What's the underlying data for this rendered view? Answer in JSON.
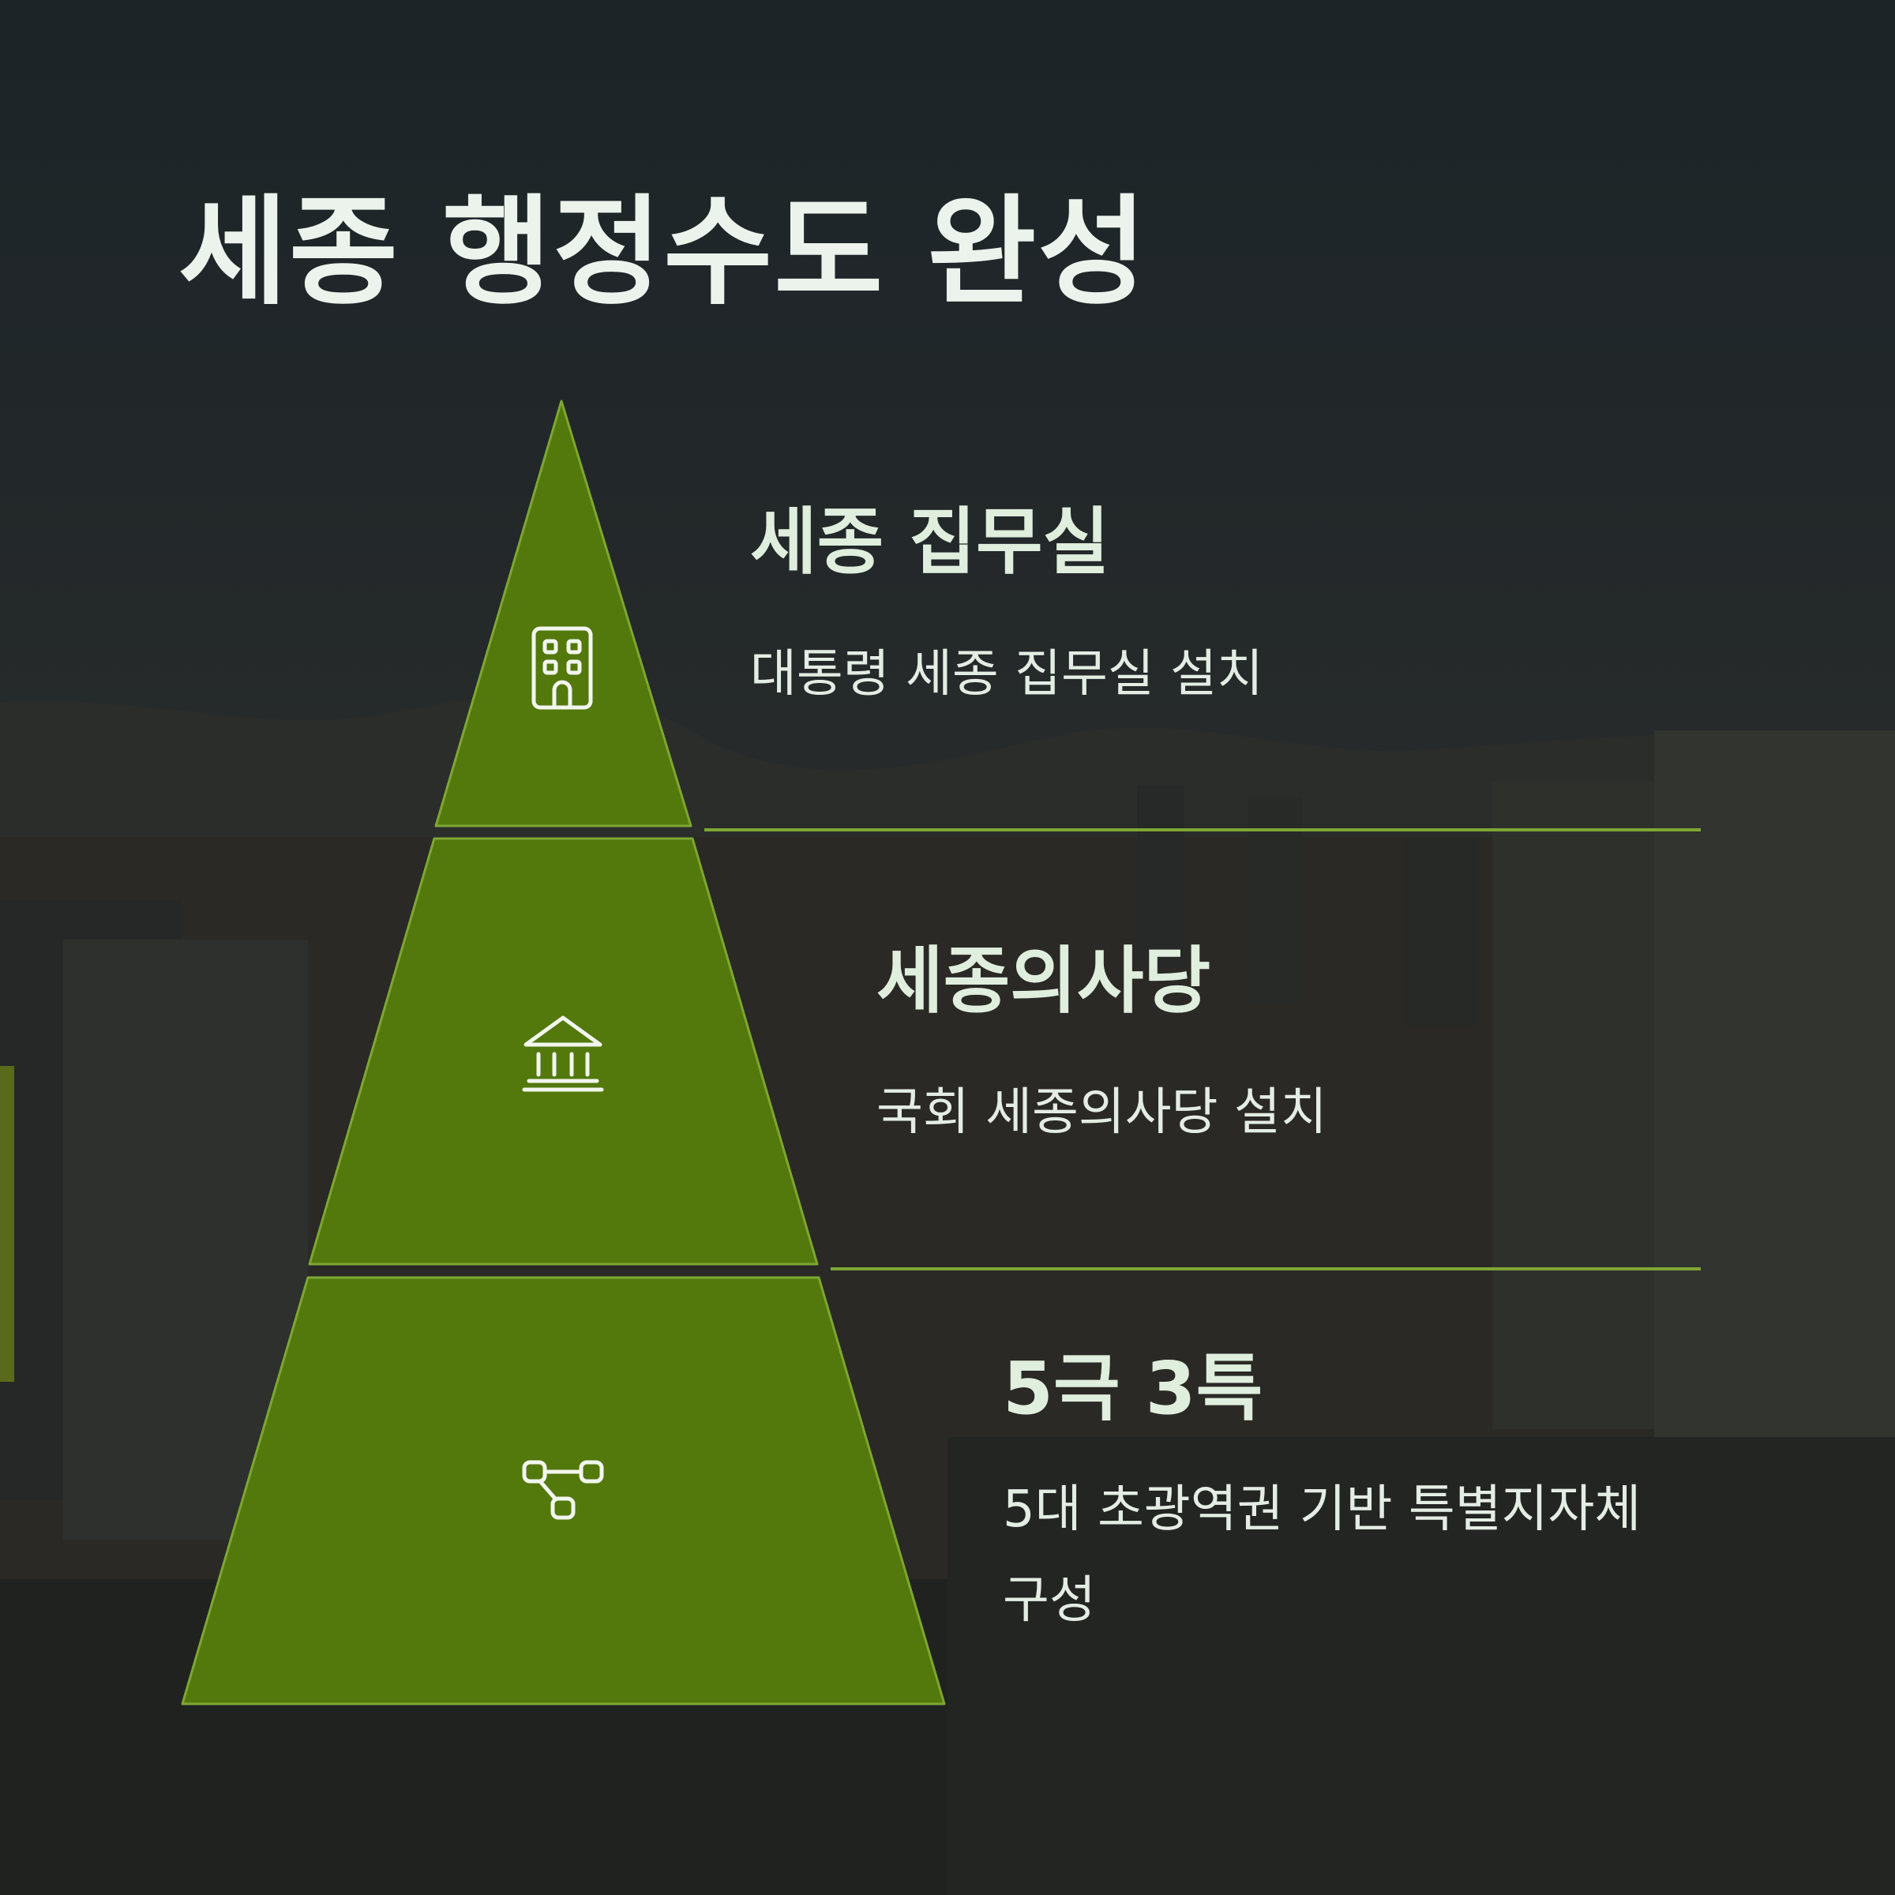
{
  "title": "세종 행정수도 완성",
  "colors": {
    "tier_fill": "#53780c",
    "tier_stroke": "#7ea733",
    "divider": "#7ea733",
    "icon_stroke": "#f2f6ee",
    "text_primary": "#ecf3ec"
  },
  "tiers": [
    {
      "heading": "세종 집무실",
      "description": "대통령 세종 집무실 설치",
      "icon": "office-building-icon"
    },
    {
      "heading": "세종의사당",
      "description": "국회 세종의사당 설치",
      "icon": "government-building-icon"
    },
    {
      "heading": "5극 3특",
      "description": "5대 초광역권 기반 특별지자체 구성",
      "icon": "network-nodes-icon"
    }
  ]
}
